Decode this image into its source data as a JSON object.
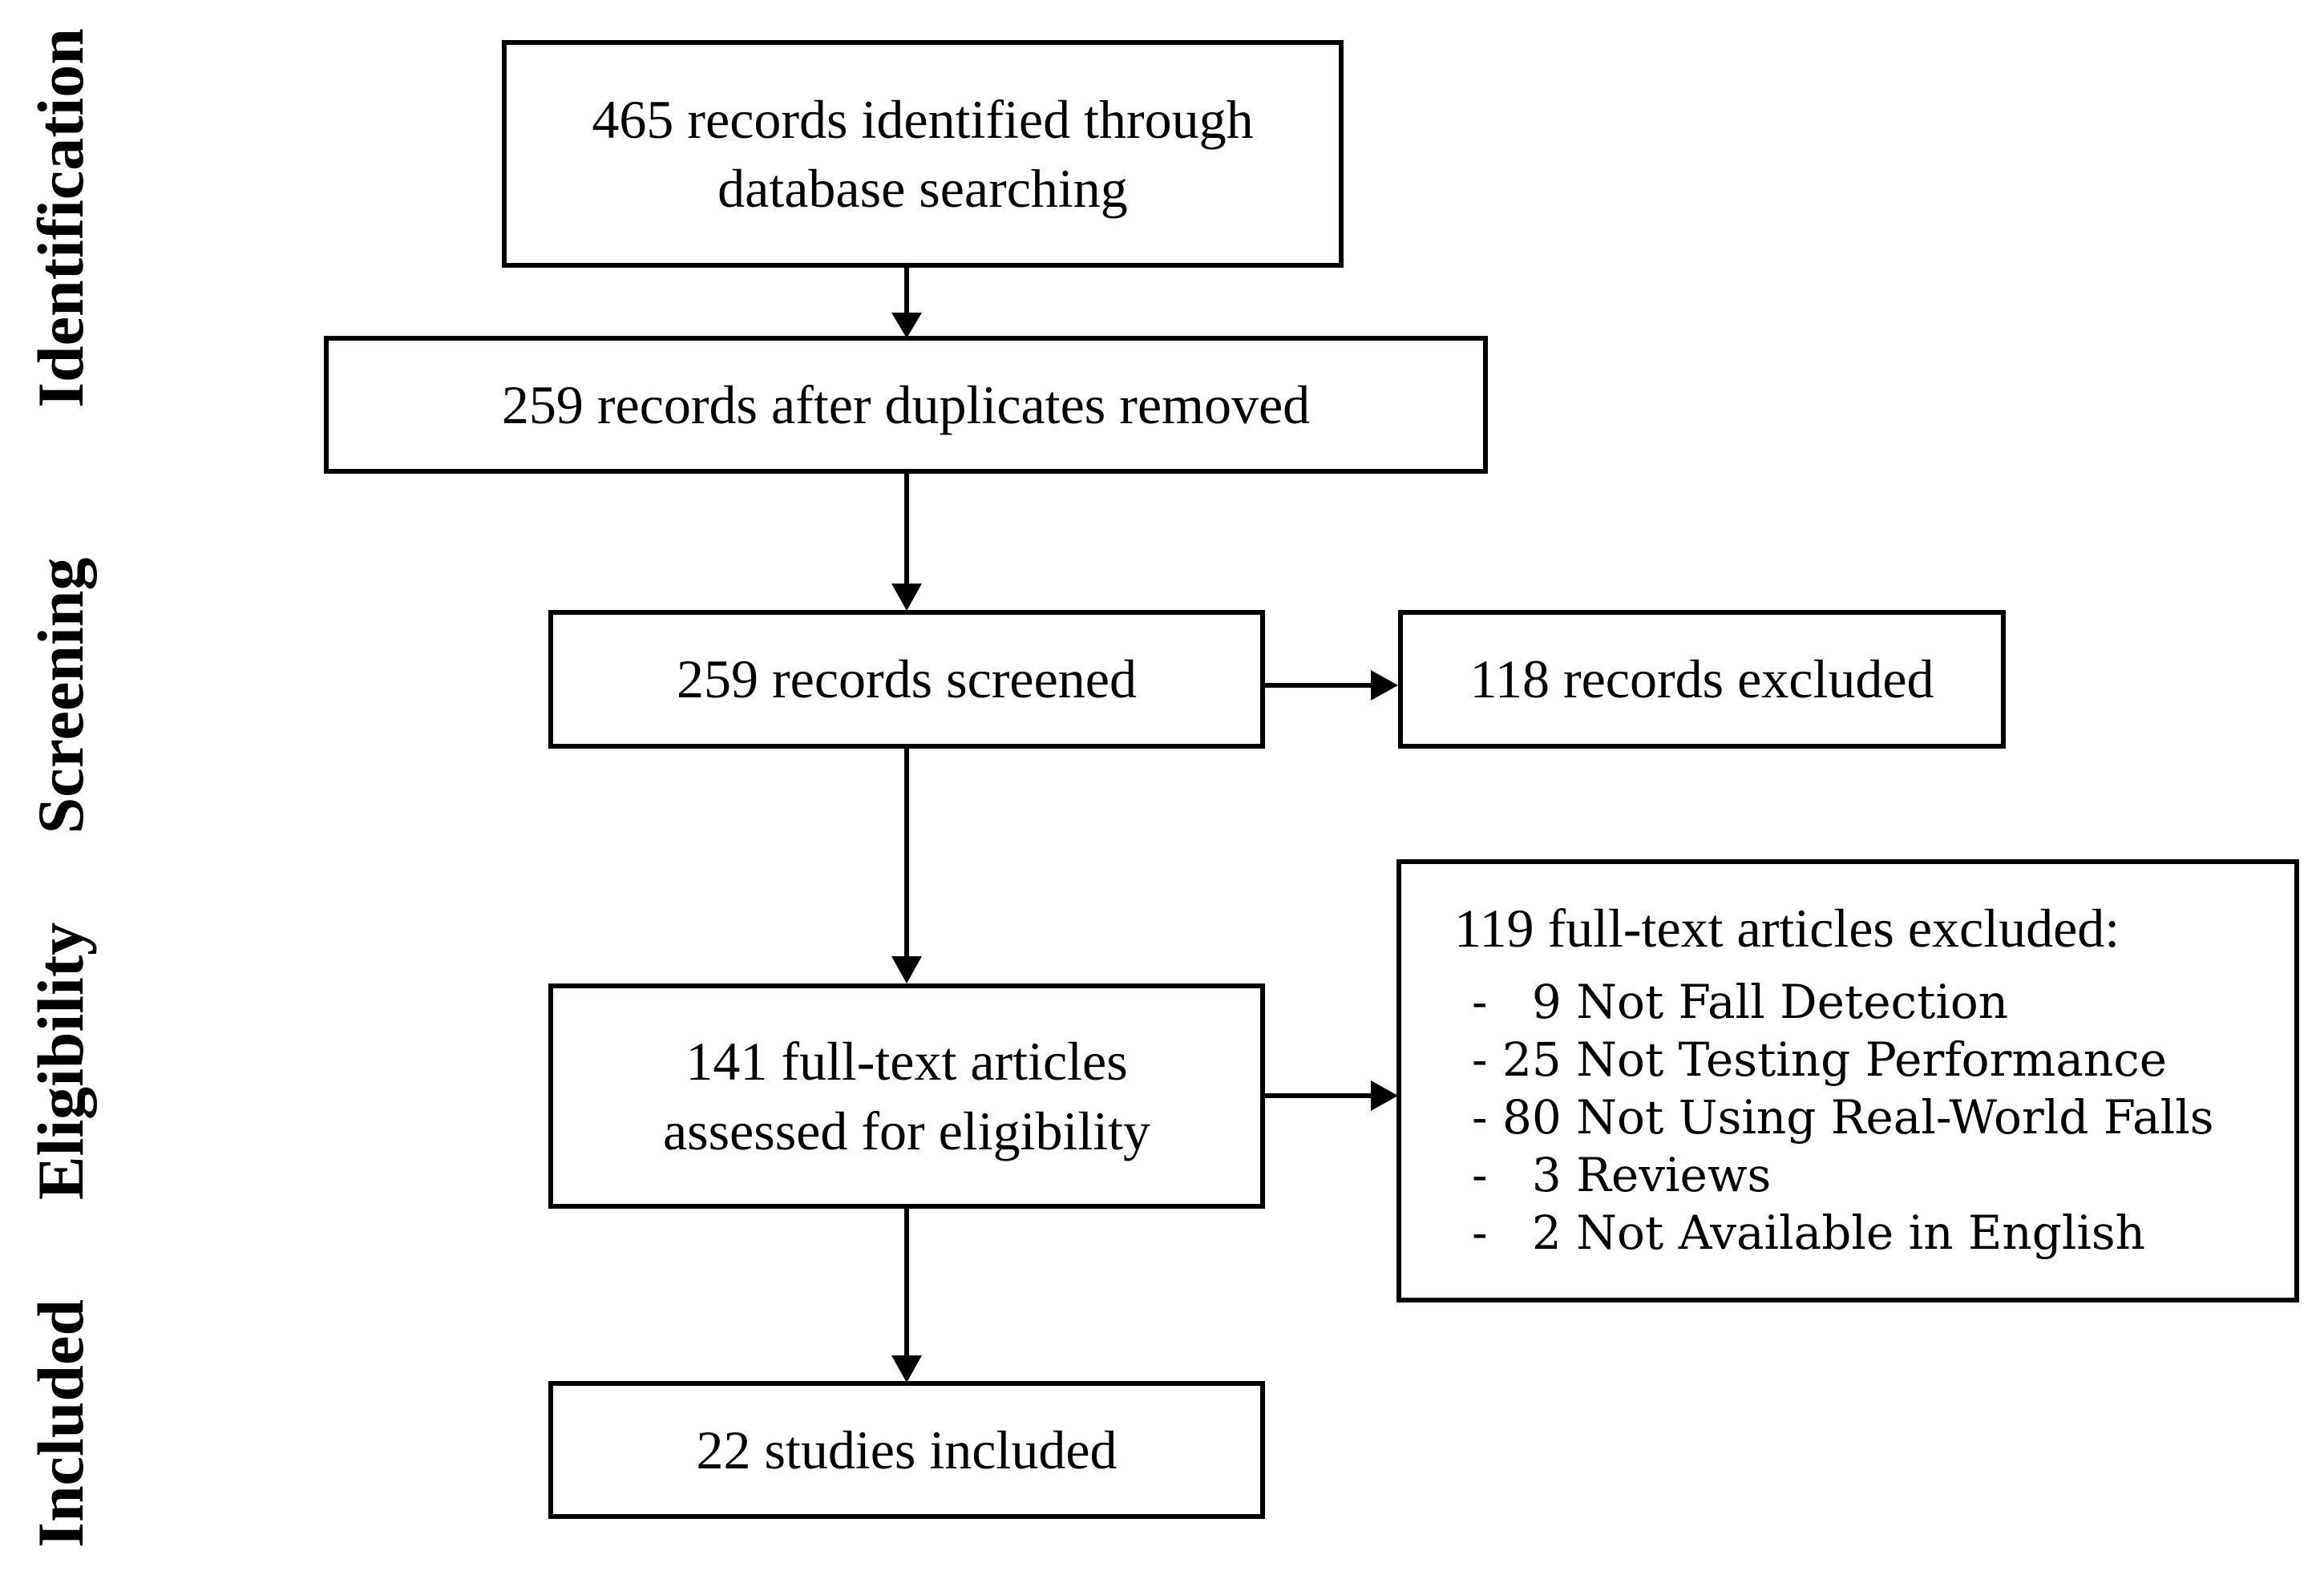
{
  "stages": {
    "identification": "Identification",
    "screening": "Screening",
    "eligibility": "Eligibility",
    "included": "Included"
  },
  "boxes": {
    "identified": {
      "line1": "465 records identified through",
      "line2": "database searching"
    },
    "after_duplicates": "259 records after duplicates removed",
    "screened": "259 records screened",
    "excluded_records": "118 records excluded",
    "assessed": {
      "line1": "141 full-text articles",
      "line2": "assessed for eligibility"
    },
    "fulltext_excluded": {
      "heading": "119 full-text articles excluded:",
      "items": [
        "-   9 Not Fall Detection",
        "- 25 Not Testing Performance",
        "- 80 Not Using Real-World Falls",
        "-   3 Reviews",
        "-   2 Not Available in English"
      ]
    },
    "included": "22 studies included"
  }
}
